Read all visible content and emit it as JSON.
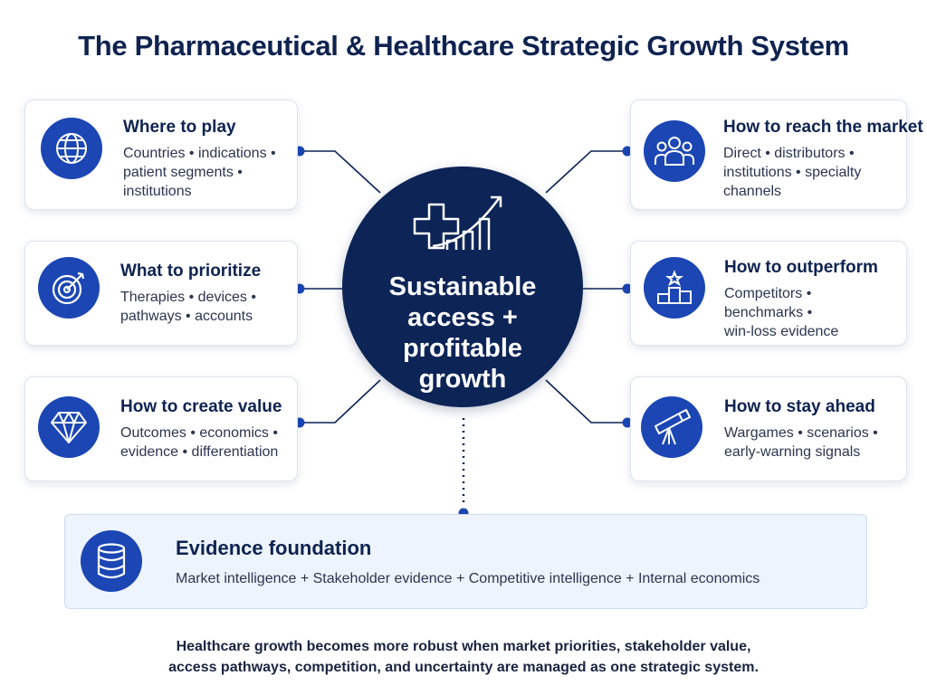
{
  "title": "The Pharmaceutical & Healthcare Strategic Growth System",
  "hub": {
    "text": "Sustainable\naccess +\nprofitable\ngrowth",
    "icon": "medical-cross-growth-chart-icon"
  },
  "left_cards": [
    {
      "title": "Where to play",
      "lines": [
        "Countries • indications •",
        "patient segments •",
        "institutions"
      ],
      "icon": "globe-icon"
    },
    {
      "title": "What to prioritize",
      "lines": [
        "Therapies • devices •",
        "pathways • accounts"
      ],
      "icon": "target-icon"
    },
    {
      "title": "How to create value",
      "lines": [
        "Outcomes • economics •",
        "evidence • differentiation"
      ],
      "icon": "diamond-icon"
    }
  ],
  "right_cards": [
    {
      "title": "How to reach the market",
      "lines": [
        "Direct • distributors •",
        "institutions • specialty",
        "channels"
      ],
      "icon": "people-group-icon"
    },
    {
      "title": "How to outperform",
      "lines": [
        "Competitors •",
        "benchmarks •",
        "win-loss evidence"
      ],
      "icon": "podium-icon"
    },
    {
      "title": "How to stay ahead",
      "lines": [
        "Wargames • scenarios •",
        "early-warning signals"
      ],
      "icon": "telescope-icon"
    }
  ],
  "foundation": {
    "title": "Evidence foundation",
    "text": "Market intelligence + Stakeholder evidence + Competitive intelligence + Internal economics",
    "icon": "database-icon"
  },
  "footer": "Healthcare growth becomes more robust when market priorities, stakeholder value,\naccess pathways, competition, and uncertainty are managed as one strategic system.",
  "colors": {
    "navy": "#0c2456",
    "icon_blue": "#1b46b4",
    "title": "#0e2350",
    "foundation_bg": "#eef4fd"
  }
}
